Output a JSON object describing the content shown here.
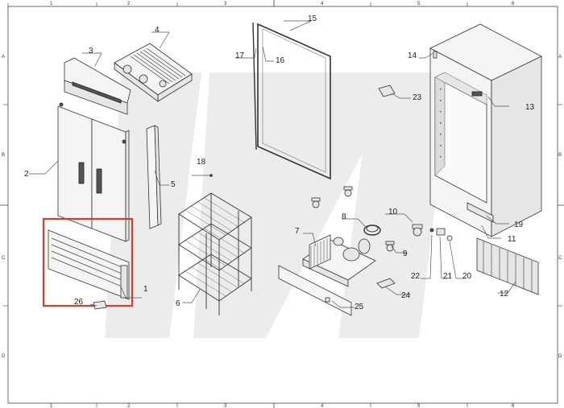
{
  "drawing": {
    "highlight_color": "#e0392b",
    "grid_columns": [
      "1",
      "2",
      "3",
      "4",
      "5",
      "6"
    ],
    "grid_rows": [
      "A",
      "B",
      "C",
      "D"
    ],
    "callouts": [
      {
        "id": "c1",
        "text": "1"
      },
      {
        "id": "c2",
        "text": "2"
      },
      {
        "id": "c3",
        "text": "3"
      },
      {
        "id": "c4",
        "text": "4"
      },
      {
        "id": "c5",
        "text": "5"
      },
      {
        "id": "c6",
        "text": "6"
      },
      {
        "id": "c7",
        "text": "7"
      },
      {
        "id": "c8",
        "text": "8"
      },
      {
        "id": "c9",
        "text": "9"
      },
      {
        "id": "c10",
        "text": "10"
      },
      {
        "id": "c11",
        "text": "11"
      },
      {
        "id": "c12",
        "text": "12"
      },
      {
        "id": "c13",
        "text": "13"
      },
      {
        "id": "c14",
        "text": "14"
      },
      {
        "id": "c15",
        "text": "15"
      },
      {
        "id": "c16",
        "text": "16"
      },
      {
        "id": "c17",
        "text": "17"
      },
      {
        "id": "c18",
        "text": "18"
      },
      {
        "id": "c19",
        "text": "19"
      },
      {
        "id": "c20",
        "text": "20"
      },
      {
        "id": "c21",
        "text": "21"
      },
      {
        "id": "c22",
        "text": "22"
      },
      {
        "id": "c23",
        "text": "23"
      },
      {
        "id": "c24",
        "text": "24"
      },
      {
        "id": "c25",
        "text": "25"
      },
      {
        "id": "c26",
        "text": "26"
      }
    ]
  }
}
